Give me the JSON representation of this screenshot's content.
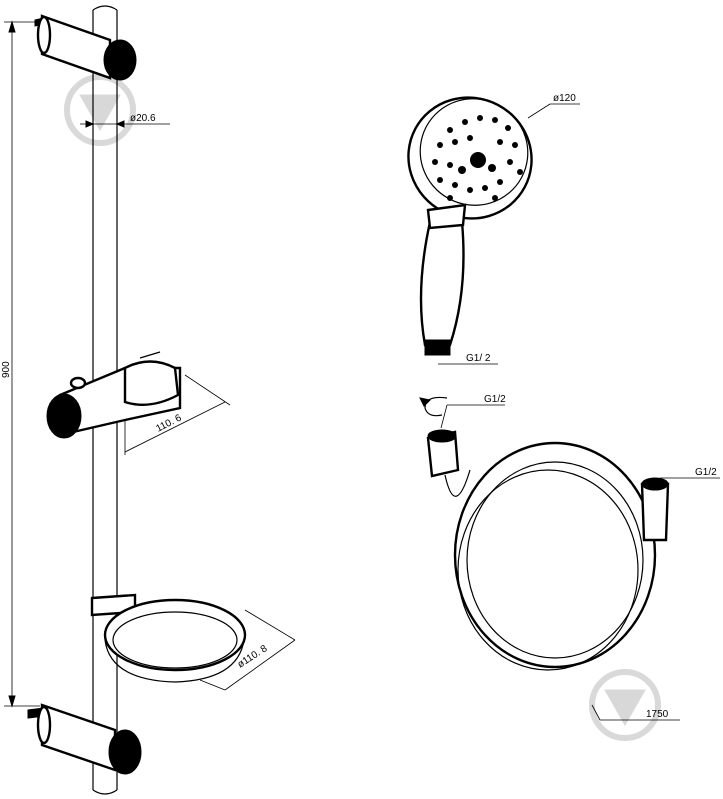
{
  "dimensions": {
    "rail_height": "900",
    "rail_diameter": "ø20.6",
    "holder_depth": "110. 6",
    "soap_dish_diameter": "ø110. 8",
    "head_diameter": "ø120",
    "handle_thread": "G1/ 2",
    "hose_thread_top": "G1/2",
    "hose_thread_right": "G1/2",
    "hose_length": "1750"
  }
}
